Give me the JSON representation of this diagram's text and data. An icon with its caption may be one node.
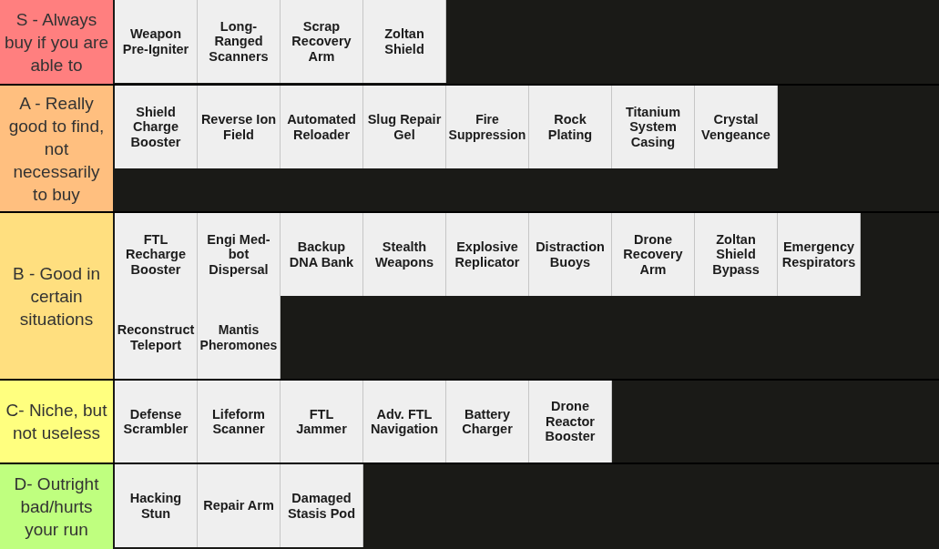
{
  "diagram": {
    "nodes": [
      {
        "text": [
          "S - Always buy if you are able to"
        ]
      },
      {
        "text": [
          "Weapon Pre-Igniter"
        ],
        "in": 0
      },
      {
        "text": [
          "Long-Ranged Scanners"
        ],
        "in": 0
      },
      {
        "text": [
          "Scrap Recovery Arm"
        ],
        "in": 0
      },
      {
        "text": [
          "Zoltan Shield"
        ],
        "in": 0
      },
      {
        "text": [
          "A - Really good to find, not necessarily to buy"
        ]
      },
      {
        "text": [
          "Shield Charge Booster"
        ],
        "in": 5
      },
      {
        "text": [
          "Reverse Ion Field"
        ],
        "in": 5
      },
      {
        "text": [
          "Automated Reloader"
        ],
        "in": 5
      },
      {
        "text": [
          "Slug Repair Gel"
        ],
        "in": 5
      },
      {
        "text": [
          "Fire Suppression"
        ],
        "in": 5
      },
      {
        "text": [
          "Rock Plating"
        ],
        "in": 5
      },
      {
        "text": [
          "Titanium System Casing"
        ],
        "in": 5
      },
      {
        "text": [
          "Crystal Vengeance"
        ],
        "in": 5
      },
      {
        "text": [
          "B - Good in certain situations"
        ]
      },
      {
        "text": [
          "FTL Recharge Booster"
        ],
        "in": 14
      },
      {
        "text": [
          "Engi Med-bot Dispersal"
        ],
        "in": 14
      },
      {
        "text": [
          "Backup DNA Bank"
        ],
        "in": 14
      },
      {
        "text": [
          "Stealth Weapons"
        ],
        "in": 14
      },
      {
        "text": [
          "Explosive Replicator"
        ],
        "in": 14
      },
      {
        "text": [
          "Distraction Buoys"
        ],
        "in": 14
      },
      {
        "text": [
          "Drone Recovery Arm"
        ],
        "in": 14
      },
      {
        "text": [
          "Zoltan Shield Bypass"
        ],
        "in": 14
      },
      {
        "text": [
          "Emergency Respirators"
        ],
        "in": 14
      },
      {
        "text": [
          "Reconstruct Teleport"
        ],
        "in": 14
      },
      {
        "text": [
          "Mantis Pheromones"
        ],
        "in": 14
      },
      {
        "text": [
          "C- Niche, but not useless"
        ]
      },
      {
        "text": [
          "Defense Scrambler"
        ],
        "in": 26
      },
      {
        "text": [
          "Lifeform Scanner"
        ],
        "in": 26
      },
      {
        "text": [
          "FTL Jammer"
        ],
        "in": 26
      },
      {
        "text": [
          "Adv. FTL Navigation"
        ],
        "in": 26
      },
      {
        "text": [
          "Battery Charger"
        ],
        "in": 26
      },
      {
        "text": [
          "Drone Reactor Booster"
        ],
        "in": 26
      },
      {
        "text": [
          "D- Outright bad/hurts your run"
        ]
      },
      {
        "text": [
          "Hacking Stun"
        ],
        "in": 33
      },
      {
        "text": [
          "Repair Arm"
        ],
        "in": 33
      },
      {
        "text": [
          "Damaged Stasis Pod"
        ],
        "in": 33
      }
    ]
  }
}
